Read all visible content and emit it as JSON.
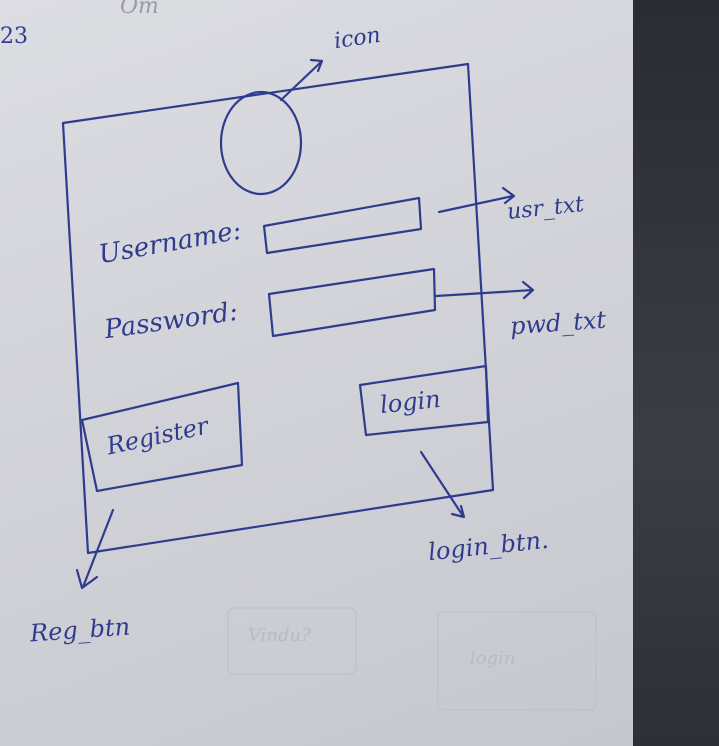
{
  "page_number": "23",
  "annotations": {
    "icon": "icon",
    "username_field": "usr_txt",
    "password_field": "pwd_txt",
    "login_button": "login_btn.",
    "register_button": "Reg_btn"
  },
  "form": {
    "username_label": "Username:",
    "password_label": "Password:",
    "register_label": "Register",
    "login_label": "login"
  },
  "ghost_text": {
    "top_fragment": "Om",
    "bottom_left": "Vindu?",
    "bottom_right": "login"
  }
}
